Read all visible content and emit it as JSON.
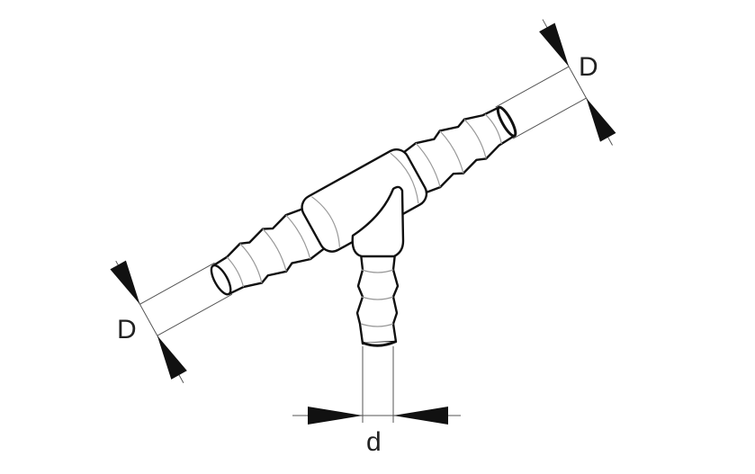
{
  "labels": {
    "outer_diameter_left": "D",
    "outer_diameter_right": "D",
    "branch_diameter": "d"
  },
  "colors": {
    "line": "#111111",
    "background": "#ffffff"
  }
}
